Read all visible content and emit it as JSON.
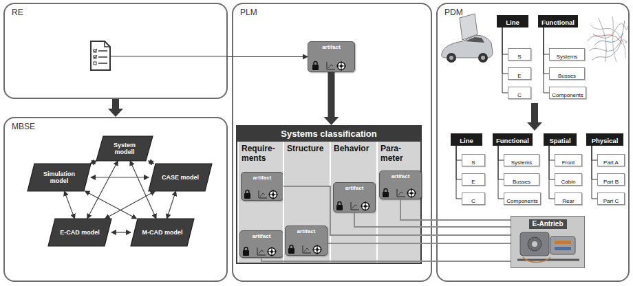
{
  "diagram": {
    "nodes": [
      {
        "text": [
          "RE"
        ]
      },
      {
        "text": [
          "MBSE"
        ]
      },
      {
        "text": [
          "System modell"
        ],
        "in": 1
      },
      {
        "text": [
          "Simulation model"
        ],
        "in": 1
      },
      {
        "text": [
          "CASE model"
        ],
        "in": 1
      },
      {
        "text": [
          "E-CAD model"
        ],
        "in": 1
      },
      {
        "text": [
          "M-CAD model"
        ],
        "in": 1
      },
      {
        "text": [
          "PLM"
        ]
      },
      {
        "text": [
          "artifact"
        ],
        "in": 7
      },
      {
        "text": [
          "Systems classification"
        ],
        "in": 7
      },
      {
        "text": [
          "Require- ments"
        ],
        "in": 9
      },
      {
        "text": [
          "Structure"
        ],
        "in": 9
      },
      {
        "text": [
          "Behavior"
        ],
        "in": 9
      },
      {
        "text": [
          "Para- meter"
        ],
        "in": 9
      },
      {
        "text": [
          "artifact"
        ],
        "in": 10
      },
      {
        "text": [
          "artifact"
        ],
        "in": 10
      },
      {
        "text": [
          "artifact"
        ],
        "in": 11
      },
      {
        "text": [
          "artifact"
        ],
        "in": 12
      },
      {
        "text": [
          "artifact"
        ],
        "in": 13
      },
      {
        "text": [
          "PDM"
        ]
      },
      {
        "text": [
          "Line"
        ],
        "in": 19
      },
      {
        "text": [
          "S"
        ],
        "in": 19
      },
      {
        "text": [
          "E"
        ],
        "in": 19
      },
      {
        "text": [
          "C"
        ],
        "in": 19
      },
      {
        "text": [
          "Functional"
        ],
        "in": 19
      },
      {
        "text": [
          "Systems"
        ],
        "in": 19
      },
      {
        "text": [
          "Busses"
        ],
        "in": 19
      },
      {
        "text": [
          "Components"
        ],
        "in": 19
      },
      {
        "text": [
          "Line"
        ],
        "in": 19
      },
      {
        "text": [
          "S"
        ],
        "in": 19
      },
      {
        "text": [
          "E"
        ],
        "in": 19
      },
      {
        "text": [
          "C"
        ],
        "in": 19
      },
      {
        "text": [
          "Functional"
        ],
        "in": 19
      },
      {
        "text": [
          "Systems"
        ],
        "in": 19
      },
      {
        "text": [
          "Busses"
        ],
        "in": 19
      },
      {
        "text": [
          "Components"
        ],
        "in": 19
      },
      {
        "text": [
          "Spatial"
        ],
        "in": 19
      },
      {
        "text": [
          "Front"
        ],
        "in": 19
      },
      {
        "text": [
          "Cabin"
        ],
        "in": 19
      },
      {
        "text": [
          "Rear"
        ],
        "in": 19
      },
      {
        "text": [
          "Physical"
        ],
        "in": 19
      },
      {
        "text": [
          "Part A"
        ],
        "in": 19
      },
      {
        "text": [
          "Part B"
        ],
        "in": 19
      },
      {
        "text": [
          "Part C"
        ],
        "in": 19
      },
      {
        "text": [
          "E-Antrieb"
        ],
        "in": 19
      }
    ],
    "edges": [
      {
        "from": 0,
        "to": 1,
        "arrow": "to"
      },
      {
        "from": 0,
        "to": 8,
        "arrow": "to"
      },
      {
        "from": 8,
        "to": 9,
        "arrow": "to"
      },
      {
        "from": 2,
        "to": 3,
        "arrow": "both"
      },
      {
        "from": 2,
        "to": 4,
        "arrow": "both"
      },
      {
        "from": 2,
        "to": 5,
        "arrow": "both"
      },
      {
        "from": 2,
        "to": 6,
        "arrow": "both"
      },
      {
        "from": 3,
        "to": 4,
        "arrow": "both"
      },
      {
        "from": 3,
        "to": 5,
        "arrow": "both"
      },
      {
        "from": 3,
        "to": 6,
        "arrow": "both"
      },
      {
        "from": 4,
        "to": 5,
        "arrow": "both"
      },
      {
        "from": 4,
        "to": 6,
        "arrow": "both"
      },
      {
        "from": 5,
        "to": 6,
        "arrow": "both"
      },
      {
        "from": 20,
        "to": 21,
        "arrow": "none"
      },
      {
        "from": 20,
        "to": 22,
        "arrow": "none"
      },
      {
        "from": 20,
        "to": 23,
        "arrow": "none"
      },
      {
        "from": 24,
        "to": 25,
        "arrow": "none"
      },
      {
        "from": 24,
        "to": 26,
        "arrow": "none"
      },
      {
        "from": 24,
        "to": 27,
        "arrow": "none"
      },
      {
        "from": 28,
        "to": 29,
        "arrow": "none"
      },
      {
        "from": 28,
        "to": 30,
        "arrow": "none"
      },
      {
        "from": 28,
        "to": 31,
        "arrow": "none"
      },
      {
        "from": 32,
        "to": 33,
        "arrow": "none"
      },
      {
        "from": 32,
        "to": 34,
        "arrow": "none"
      },
      {
        "from": 32,
        "to": 35,
        "arrow": "none"
      },
      {
        "from": 36,
        "to": 37,
        "arrow": "none"
      },
      {
        "from": 36,
        "to": 38,
        "arrow": "none"
      },
      {
        "from": 36,
        "to": 39,
        "arrow": "none"
      },
      {
        "from": 40,
        "to": 41,
        "arrow": "none"
      },
      {
        "from": 40,
        "to": 42,
        "arrow": "none"
      },
      {
        "from": 40,
        "to": 43,
        "arrow": "none"
      },
      {
        "from": 14,
        "to": 44,
        "arrow": "none"
      },
      {
        "from": 15,
        "to": 44,
        "arrow": "none"
      },
      {
        "from": 16,
        "to": 44,
        "arrow": "none"
      },
      {
        "from": 17,
        "to": 44,
        "arrow": "none"
      },
      {
        "from": 18,
        "to": 44,
        "arrow": "none"
      }
    ]
  }
}
